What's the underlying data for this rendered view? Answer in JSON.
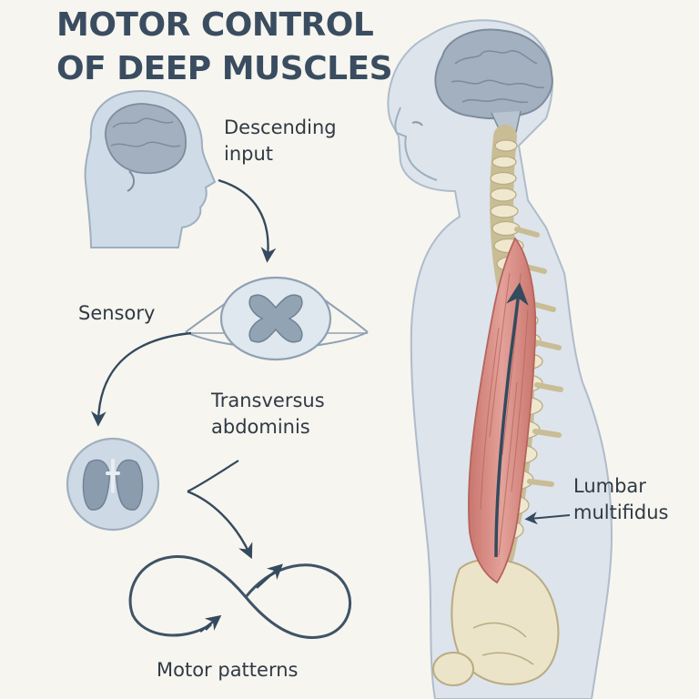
{
  "title": {
    "line1": "MOTOR CONTROL",
    "line2": "OF DEEP MUSCLES"
  },
  "labels": {
    "descending_line1": "Descending",
    "descending_line2": "input",
    "sensory": "Sensory",
    "transversus_line1": "Transversus",
    "transversus_line2": "abdominis",
    "motor_patterns": "Motor patterns",
    "lumbar_line1": "Lumbar",
    "lumbar_line2": "multifidus"
  },
  "colors": {
    "background": "#f7f5ef",
    "skin": "#dde4ec",
    "outline": "#9eafbf",
    "brain": "#9aa8b8",
    "spine": "#ece4c8",
    "muscle": "#d98f86",
    "arrow": "#344a5e",
    "circle_fill": "#cdd9e4"
  }
}
